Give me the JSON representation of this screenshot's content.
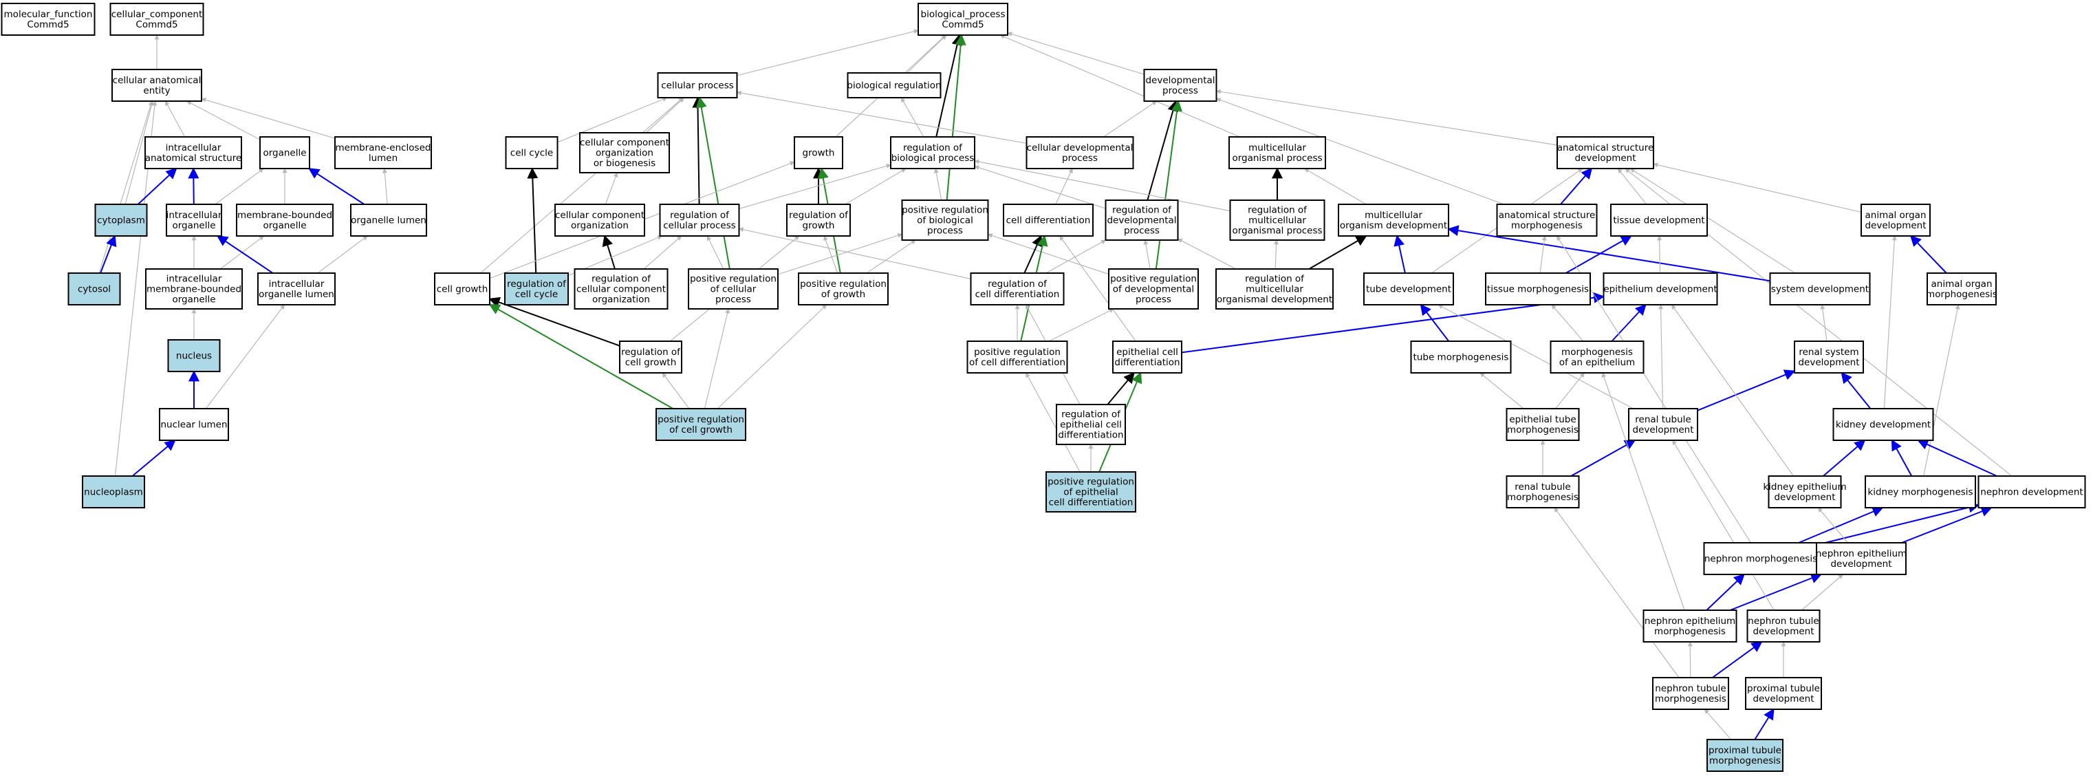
{
  "colors": {
    "node_default": "#ffffff",
    "node_highlight": "#add8e6",
    "edge_is_a": "#b8b8b8",
    "edge_part_of": "#0000ee",
    "edge_regulates": "#000000",
    "edge_positively_regulates": "#228b22"
  },
  "nodes": [
    {
      "id": "mf",
      "lines": [
        "molecular_function",
        "Commd5"
      ],
      "highlight": false
    },
    {
      "id": "cc",
      "lines": [
        "cellular_component",
        "Commd5"
      ],
      "highlight": false
    },
    {
      "id": "bp",
      "lines": [
        "biological_process",
        "Commd5"
      ],
      "highlight": false
    },
    {
      "id": "cae",
      "lines": [
        "cellular anatomical",
        "entity"
      ],
      "highlight": false
    },
    {
      "id": "cp",
      "lines": [
        "cellular process"
      ],
      "highlight": false
    },
    {
      "id": "dp",
      "lines": [
        "developmental",
        "process"
      ],
      "highlight": false
    },
    {
      "id": "breg",
      "lines": [
        "biological regulation"
      ],
      "highlight": false
    },
    {
      "id": "ias",
      "lines": [
        "intracellular",
        "anatomical structure"
      ],
      "highlight": false
    },
    {
      "id": "org",
      "lines": [
        "organelle"
      ],
      "highlight": false
    },
    {
      "id": "mel",
      "lines": [
        "membrane-enclosed",
        "lumen"
      ],
      "highlight": false
    },
    {
      "id": "cyc",
      "lines": [
        "cell cycle"
      ],
      "highlight": false
    },
    {
      "id": "ccob",
      "lines": [
        "cellular component",
        "organization",
        "or biogenesis"
      ],
      "highlight": false
    },
    {
      "id": "gro",
      "lines": [
        "growth"
      ],
      "highlight": false
    },
    {
      "id": "rbp",
      "lines": [
        "regulation of",
        "biological process"
      ],
      "highlight": false
    },
    {
      "id": "cdp",
      "lines": [
        "cellular developmental",
        "process"
      ],
      "highlight": false
    },
    {
      "id": "mop",
      "lines": [
        "multicellular",
        "organismal process"
      ],
      "highlight": false
    },
    {
      "id": "asd",
      "lines": [
        "anatomical structure",
        "development"
      ],
      "highlight": false
    },
    {
      "id": "cyto",
      "lines": [
        "cytoplasm"
      ],
      "highlight": true
    },
    {
      "id": "io",
      "lines": [
        "intracellular",
        "organelle"
      ],
      "highlight": false
    },
    {
      "id": "mbo",
      "lines": [
        "membrane-bounded",
        "organelle"
      ],
      "highlight": false
    },
    {
      "id": "ol",
      "lines": [
        "organelle lumen"
      ],
      "highlight": false
    },
    {
      "id": "cco",
      "lines": [
        "cellular component",
        "organization"
      ],
      "highlight": false
    },
    {
      "id": "rcp",
      "lines": [
        "regulation of",
        "cellular process"
      ],
      "highlight": false
    },
    {
      "id": "rg",
      "lines": [
        "regulation of",
        "growth"
      ],
      "highlight": false
    },
    {
      "id": "prbp",
      "lines": [
        "positive regulation",
        "of biological",
        "process"
      ],
      "highlight": false
    },
    {
      "id": "cdiff",
      "lines": [
        "cell differentiation"
      ],
      "highlight": false
    },
    {
      "id": "rdp",
      "lines": [
        "regulation of",
        "developmental",
        "process"
      ],
      "highlight": false
    },
    {
      "id": "rmop",
      "lines": [
        "regulation of",
        "multicellular",
        "organismal process"
      ],
      "highlight": false
    },
    {
      "id": "mod",
      "lines": [
        "multicellular",
        "organism development"
      ],
      "highlight": false
    },
    {
      "id": "asm",
      "lines": [
        "anatomical structure",
        "morphogenesis"
      ],
      "highlight": false
    },
    {
      "id": "td",
      "lines": [
        "tissue development"
      ],
      "highlight": false
    },
    {
      "id": "aod",
      "lines": [
        "animal organ",
        "development"
      ],
      "highlight": false
    },
    {
      "id": "cytosol",
      "lines": [
        "cytosol"
      ],
      "highlight": true
    },
    {
      "id": "imbo",
      "lines": [
        "intracellular",
        "membrane-bounded",
        "organelle"
      ],
      "highlight": false
    },
    {
      "id": "iol",
      "lines": [
        "intracellular",
        "organelle lumen"
      ],
      "highlight": false
    },
    {
      "id": "cg",
      "lines": [
        "cell growth"
      ],
      "highlight": false
    },
    {
      "id": "rcc",
      "lines": [
        "regulation of",
        "cell cycle"
      ],
      "highlight": true
    },
    {
      "id": "rcco",
      "lines": [
        "regulation of",
        "cellular component",
        "organization"
      ],
      "highlight": false
    },
    {
      "id": "prcp",
      "lines": [
        "positive regulation",
        "of cellular",
        "process"
      ],
      "highlight": false
    },
    {
      "id": "prg",
      "lines": [
        "positive regulation",
        "of growth"
      ],
      "highlight": false
    },
    {
      "id": "rcd",
      "lines": [
        "regulation of",
        "cell differentiation"
      ],
      "highlight": false
    },
    {
      "id": "prdp",
      "lines": [
        "positive regulation",
        "of developmental",
        "process"
      ],
      "highlight": false
    },
    {
      "id": "rmod",
      "lines": [
        "regulation of",
        "multicellular",
        "organismal development"
      ],
      "highlight": false
    },
    {
      "id": "tubed",
      "lines": [
        "tube development"
      ],
      "highlight": false
    },
    {
      "id": "tm",
      "lines": [
        "tissue morphogenesis"
      ],
      "highlight": false
    },
    {
      "id": "ed",
      "lines": [
        "epithelium development"
      ],
      "highlight": false
    },
    {
      "id": "sd",
      "lines": [
        "system development"
      ],
      "highlight": false
    },
    {
      "id": "aom",
      "lines": [
        "animal organ",
        "morphogenesis"
      ],
      "highlight": false
    },
    {
      "id": "nucleus",
      "lines": [
        "nucleus"
      ],
      "highlight": true
    },
    {
      "id": "rcg",
      "lines": [
        "regulation of",
        "cell growth"
      ],
      "highlight": false
    },
    {
      "id": "prcd",
      "lines": [
        "positive regulation",
        "of cell differentiation"
      ],
      "highlight": false
    },
    {
      "id": "ecd",
      "lines": [
        "epithelial cell",
        "differentiation"
      ],
      "highlight": false
    },
    {
      "id": "tubem",
      "lines": [
        "tube morphogenesis"
      ],
      "highlight": false
    },
    {
      "id": "moe",
      "lines": [
        "morphogenesis",
        "of an epithelium"
      ],
      "highlight": false
    },
    {
      "id": "rsd",
      "lines": [
        "renal system",
        "development"
      ],
      "highlight": false
    },
    {
      "id": "nl",
      "lines": [
        "nuclear lumen"
      ],
      "highlight": false
    },
    {
      "id": "prcg",
      "lines": [
        "positive regulation",
        "of cell growth"
      ],
      "highlight": true
    },
    {
      "id": "recd",
      "lines": [
        "regulation of",
        "epithelial cell",
        "differentiation"
      ],
      "highlight": false
    },
    {
      "id": "etm",
      "lines": [
        "epithelial tube",
        "morphogenesis"
      ],
      "highlight": false
    },
    {
      "id": "rtd",
      "lines": [
        "renal tubule",
        "development"
      ],
      "highlight": false
    },
    {
      "id": "kd",
      "lines": [
        "kidney development"
      ],
      "highlight": false
    },
    {
      "id": "np",
      "lines": [
        "nucleoplasm"
      ],
      "highlight": true
    },
    {
      "id": "precd",
      "lines": [
        "positive regulation",
        "of epithelial",
        "cell differentiation"
      ],
      "highlight": true
    },
    {
      "id": "rtm",
      "lines": [
        "renal tubule",
        "morphogenesis"
      ],
      "highlight": false
    },
    {
      "id": "ked",
      "lines": [
        "kidney epithelium",
        "development"
      ],
      "highlight": false
    },
    {
      "id": "km",
      "lines": [
        "kidney morphogenesis"
      ],
      "highlight": false
    },
    {
      "id": "nd",
      "lines": [
        "nephron development"
      ],
      "highlight": false
    },
    {
      "id": "nm",
      "lines": [
        "nephron morphogenesis"
      ],
      "highlight": false
    },
    {
      "id": "ned",
      "lines": [
        "nephron epithelium",
        "development"
      ],
      "highlight": false
    },
    {
      "id": "nem",
      "lines": [
        "nephron epithelium",
        "morphogenesis"
      ],
      "highlight": false
    },
    {
      "id": "ntd",
      "lines": [
        "nephron tubule",
        "development"
      ],
      "highlight": false
    },
    {
      "id": "ntm",
      "lines": [
        "nephron tubule",
        "morphogenesis"
      ],
      "highlight": false
    },
    {
      "id": "ptd",
      "lines": [
        "proximal tubule",
        "development"
      ],
      "highlight": false
    },
    {
      "id": "ptm",
      "lines": [
        "proximal tubule",
        "morphogenesis"
      ],
      "highlight": true
    }
  ],
  "edges": [
    {
      "from": "cae",
      "to": "cc",
      "type": "is_a"
    },
    {
      "from": "cp",
      "to": "bp",
      "type": "is_a"
    },
    {
      "from": "breg",
      "to": "bp",
      "type": "is_a"
    },
    {
      "from": "dp",
      "to": "bp",
      "type": "is_a"
    },
    {
      "from": "gro",
      "to": "bp",
      "type": "is_a"
    },
    {
      "from": "mop",
      "to": "bp",
      "type": "is_a"
    },
    {
      "from": "rbp",
      "to": "bp",
      "type": "regulates"
    },
    {
      "from": "prbp",
      "to": "bp",
      "type": "positively_regulates"
    },
    {
      "from": "ias",
      "to": "cae",
      "type": "is_a"
    },
    {
      "from": "org",
      "to": "cae",
      "type": "is_a"
    },
    {
      "from": "mel",
      "to": "cae",
      "type": "is_a"
    },
    {
      "from": "cyto",
      "to": "cae",
      "type": "is_a"
    },
    {
      "from": "cytosol",
      "to": "cae",
      "type": "is_a"
    },
    {
      "from": "np",
      "to": "cae",
      "type": "is_a"
    },
    {
      "from": "cyto",
      "to": "ias",
      "type": "part_of"
    },
    {
      "from": "io",
      "to": "ias",
      "type": "part_of"
    },
    {
      "from": "io",
      "to": "org",
      "type": "is_a"
    },
    {
      "from": "mbo",
      "to": "org",
      "type": "is_a"
    },
    {
      "from": "ol",
      "to": "org",
      "type": "part_of"
    },
    {
      "from": "ol",
      "to": "mel",
      "type": "is_a"
    },
    {
      "from": "cytosol",
      "to": "cyto",
      "type": "part_of"
    },
    {
      "from": "imbo",
      "to": "io",
      "type": "is_a"
    },
    {
      "from": "imbo",
      "to": "mbo",
      "type": "is_a"
    },
    {
      "from": "iol",
      "to": "io",
      "type": "part_of"
    },
    {
      "from": "iol",
      "to": "ol",
      "type": "is_a"
    },
    {
      "from": "nucleus",
      "to": "imbo",
      "type": "is_a"
    },
    {
      "from": "nl",
      "to": "nucleus",
      "type": "part_of"
    },
    {
      "from": "nl",
      "to": "iol",
      "type": "is_a"
    },
    {
      "from": "np",
      "to": "nl",
      "type": "part_of"
    },
    {
      "from": "cyc",
      "to": "cp",
      "type": "is_a"
    },
    {
      "from": "ccob",
      "to": "cp",
      "type": "is_a"
    },
    {
      "from": "cdp",
      "to": "cp",
      "type": "is_a"
    },
    {
      "from": "cg",
      "to": "cp",
      "type": "is_a"
    },
    {
      "from": "rcp",
      "to": "cp",
      "type": "regulates"
    },
    {
      "from": "prcp",
      "to": "cp",
      "type": "positively_regulates"
    },
    {
      "from": "rbp",
      "to": "breg",
      "type": "is_a"
    },
    {
      "from": "cdp",
      "to": "dp",
      "type": "is_a"
    },
    {
      "from": "asd",
      "to": "dp",
      "type": "is_a"
    },
    {
      "from": "rdp",
      "to": "dp",
      "type": "regulates"
    },
    {
      "from": "prdp",
      "to": "dp",
      "type": "positively_regulates"
    },
    {
      "from": "cco",
      "to": "ccob",
      "type": "is_a"
    },
    {
      "from": "rcco",
      "to": "cco",
      "type": "regulates"
    },
    {
      "from": "rcc",
      "to": "cyc",
      "type": "regulates"
    },
    {
      "from": "rg",
      "to": "gro",
      "type": "regulates"
    },
    {
      "from": "prg",
      "to": "gro",
      "type": "positively_regulates"
    },
    {
      "from": "cg",
      "to": "gro",
      "type": "is_a"
    },
    {
      "from": "rcp",
      "to": "rbp",
      "type": "is_a"
    },
    {
      "from": "rg",
      "to": "rbp",
      "type": "is_a"
    },
    {
      "from": "prbp",
      "to": "rbp",
      "type": "is_a"
    },
    {
      "from": "rdp",
      "to": "rbp",
      "type": "is_a"
    },
    {
      "from": "rmop",
      "to": "rbp",
      "type": "is_a"
    },
    {
      "from": "cdiff",
      "to": "cdp",
      "type": "is_a"
    },
    {
      "from": "rmop",
      "to": "mop",
      "type": "regulates"
    },
    {
      "from": "mod",
      "to": "mop",
      "type": "is_a"
    },
    {
      "from": "tubed",
      "to": "asd",
      "type": "is_a"
    },
    {
      "from": "asm",
      "to": "asd",
      "type": "part_of"
    },
    {
      "from": "td",
      "to": "asd",
      "type": "is_a"
    },
    {
      "from": "aod",
      "to": "asd",
      "type": "is_a"
    },
    {
      "from": "sd",
      "to": "asd",
      "type": "is_a"
    },
    {
      "from": "nd",
      "to": "asd",
      "type": "is_a"
    },
    {
      "from": "asm",
      "to": "dp",
      "type": "is_a"
    },
    {
      "from": "rcc",
      "to": "rcp",
      "type": "is_a"
    },
    {
      "from": "rcco",
      "to": "rcp",
      "type": "is_a"
    },
    {
      "from": "prcp",
      "to": "rcp",
      "type": "is_a"
    },
    {
      "from": "rcd",
      "to": "rcp",
      "type": "is_a"
    },
    {
      "from": "rcg",
      "to": "rg",
      "type": "is_a"
    },
    {
      "from": "prg",
      "to": "rg",
      "type": "is_a"
    },
    {
      "from": "prcp",
      "to": "prbp",
      "type": "is_a"
    },
    {
      "from": "prg",
      "to": "prbp",
      "type": "is_a"
    },
    {
      "from": "prdp",
      "to": "prbp",
      "type": "is_a"
    },
    {
      "from": "rcd",
      "to": "cdiff",
      "type": "regulates"
    },
    {
      "from": "prcd",
      "to": "cdiff",
      "type": "positively_regulates"
    },
    {
      "from": "ecd",
      "to": "cdiff",
      "type": "is_a"
    },
    {
      "from": "rcd",
      "to": "rdp",
      "type": "is_a"
    },
    {
      "from": "prdp",
      "to": "rdp",
      "type": "is_a"
    },
    {
      "from": "rmod",
      "to": "rdp",
      "type": "is_a"
    },
    {
      "from": "rmod",
      "to": "rmop",
      "type": "is_a"
    },
    {
      "from": "rmod",
      "to": "mod",
      "type": "regulates"
    },
    {
      "from": "tubed",
      "to": "mod",
      "type": "part_of"
    },
    {
      "from": "sd",
      "to": "mod",
      "type": "part_of"
    },
    {
      "from": "tm",
      "to": "asm",
      "type": "is_a"
    },
    {
      "from": "ed",
      "to": "td",
      "type": "is_a"
    },
    {
      "from": "tm",
      "to": "td",
      "type": "part_of"
    },
    {
      "from": "aom",
      "to": "aod",
      "type": "part_of"
    },
    {
      "from": "kd",
      "to": "aod",
      "type": "is_a"
    },
    {
      "from": "cg",
      "to": "rcg",
      "type": "regulates_inverse"
    },
    {
      "from": "rcg",
      "to": "cg",
      "type": "regulates"
    },
    {
      "from": "prcg",
      "to": "cg",
      "type": "positively_regulates"
    },
    {
      "from": "prcg",
      "to": "rcg",
      "type": "is_a"
    },
    {
      "from": "prcg",
      "to": "prcp",
      "type": "is_a"
    },
    {
      "from": "prcg",
      "to": "prg",
      "type": "is_a"
    },
    {
      "from": "prcd",
      "to": "rcd",
      "type": "is_a"
    },
    {
      "from": "prcd",
      "to": "prdp",
      "type": "is_a"
    },
    {
      "from": "recd",
      "to": "rcd",
      "type": "is_a"
    },
    {
      "from": "recd",
      "to": "ecd",
      "type": "regulates"
    },
    {
      "from": "precd",
      "to": "ecd",
      "type": "positively_regulates"
    },
    {
      "from": "precd",
      "to": "recd",
      "type": "is_a"
    },
    {
      "from": "precd",
      "to": "prcd",
      "type": "is_a"
    },
    {
      "from": "ecd",
      "to": "ed",
      "type": "part_of"
    },
    {
      "from": "tubem",
      "to": "tubed",
      "type": "part_of"
    },
    {
      "from": "moe",
      "to": "ed",
      "type": "part_of"
    },
    {
      "from": "moe",
      "to": "tm",
      "type": "is_a"
    },
    {
      "from": "etm",
      "to": "tubem",
      "type": "is_a"
    },
    {
      "from": "etm",
      "to": "moe",
      "type": "is_a"
    },
    {
      "from": "rsd",
      "to": "sd",
      "type": "is_a"
    },
    {
      "from": "rtd",
      "to": "rsd",
      "type": "part_of"
    },
    {
      "from": "rtd",
      "to": "ed",
      "type": "is_a"
    },
    {
      "from": "rtd",
      "to": "tubed",
      "type": "is_a"
    },
    {
      "from": "kd",
      "to": "rsd",
      "type": "part_of"
    },
    {
      "from": "rtm",
      "to": "rtd",
      "type": "part_of"
    },
    {
      "from": "rtm",
      "to": "etm",
      "type": "is_a"
    },
    {
      "from": "ked",
      "to": "kd",
      "type": "part_of"
    },
    {
      "from": "ked",
      "to": "ed",
      "type": "is_a"
    },
    {
      "from": "km",
      "to": "kd",
      "type": "part_of"
    },
    {
      "from": "km",
      "to": "aom",
      "type": "is_a"
    },
    {
      "from": "nd",
      "to": "kd",
      "type": "part_of"
    },
    {
      "from": "nm",
      "to": "km",
      "type": "part_of"
    },
    {
      "from": "nm",
      "to": "nd",
      "type": "part_of"
    },
    {
      "from": "nm",
      "to": "asm",
      "type": "is_a"
    },
    {
      "from": "ned",
      "to": "nd",
      "type": "part_of"
    },
    {
      "from": "ned",
      "to": "ked",
      "type": "is_a"
    },
    {
      "from": "nem",
      "to": "nm",
      "type": "part_of"
    },
    {
      "from": "nem",
      "to": "ned",
      "type": "part_of"
    },
    {
      "from": "nem",
      "to": "moe",
      "type": "is_a"
    },
    {
      "from": "ntd",
      "to": "ned",
      "type": "is_a"
    },
    {
      "from": "ntd",
      "to": "rtd",
      "type": "is_a"
    },
    {
      "from": "ntm",
      "to": "nem",
      "type": "is_a"
    },
    {
      "from": "ntm",
      "to": "ntd",
      "type": "part_of"
    },
    {
      "from": "ntm",
      "to": "rtm",
      "type": "is_a"
    },
    {
      "from": "ptd",
      "to": "ntd",
      "type": "is_a"
    },
    {
      "from": "ptm",
      "to": "ptd",
      "type": "part_of"
    },
    {
      "from": "ptm",
      "to": "ntm",
      "type": "is_a"
    }
  ]
}
